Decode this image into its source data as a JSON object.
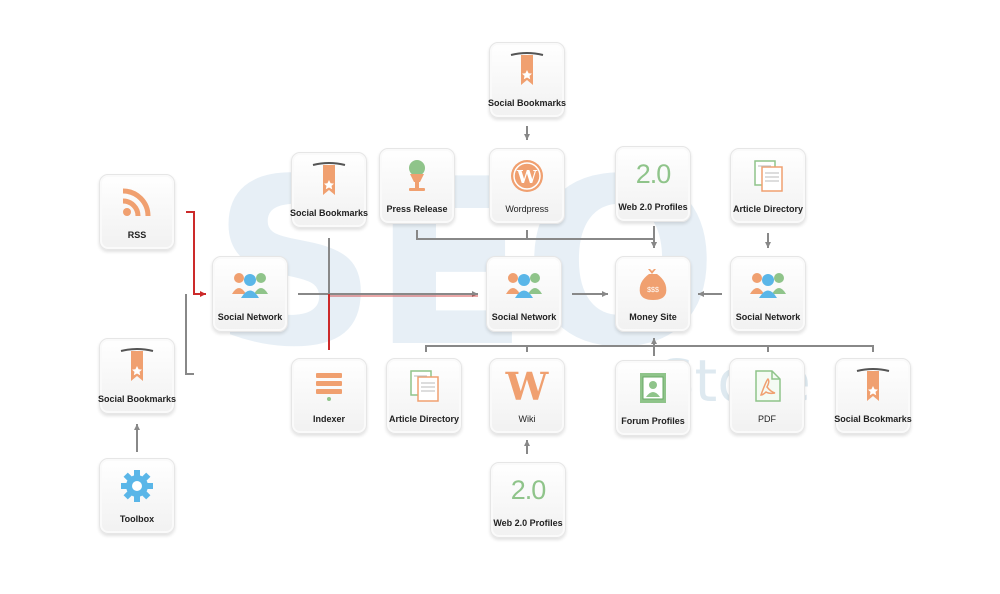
{
  "watermark": {
    "main": "SEO",
    "secondary": "eStore"
  },
  "nodes": {
    "social_bookmarks_top": {
      "label": "Social Bookmarks",
      "icon": "bookmark-ribbon-icon"
    },
    "rss": {
      "label": "RSS",
      "icon": "rss-icon"
    },
    "social_bookmarks_mid": {
      "label": "Social Bookmarks",
      "icon": "bookmark-ribbon-icon"
    },
    "press_release": {
      "label": "Press Release",
      "icon": "microphone-icon"
    },
    "wordpress": {
      "label": "Wordpress",
      "icon": "wordpress-icon"
    },
    "web20_top": {
      "label": "Web 2.0 Profiles",
      "icon": "web20-icon",
      "icon_text": "2.0"
    },
    "article_directory_right": {
      "label": "Article Directory",
      "icon": "documents-icon"
    },
    "social_network_left": {
      "label": "Social Network",
      "icon": "people-icon"
    },
    "social_network_center": {
      "label": "Social Network",
      "icon": "people-icon"
    },
    "money_site": {
      "label": "Money Site",
      "icon": "money-bag-icon",
      "icon_text": "$$$"
    },
    "social_network_right": {
      "label": "Social Network",
      "icon": "people-icon"
    },
    "social_bookmarks_left": {
      "label": "Social Bookmarks",
      "icon": "bookmark-ribbon-icon"
    },
    "indexer": {
      "label": "Indexer",
      "icon": "list-icon"
    },
    "article_directory_bottom": {
      "label": "Article Directory",
      "icon": "documents-icon"
    },
    "wiki": {
      "label": "Wiki",
      "icon": "wikipedia-icon",
      "icon_text": "W"
    },
    "forum_profiles": {
      "label": "Forum Profiles",
      "icon": "forum-profile-icon"
    },
    "pdf": {
      "label": "PDF",
      "icon": "pdf-icon"
    },
    "social_bookmarks_right": {
      "label": "Social Bcokmarks",
      "icon": "bookmark-ribbon-icon"
    },
    "toolbox": {
      "label": "Toolbox",
      "icon": "gear-icon"
    },
    "web20_bottom": {
      "label": "Web 2.0 Profiles",
      "icon": "web20-icon",
      "icon_text": "2.0"
    }
  },
  "colors": {
    "connector": "#888888",
    "highlight_connector": "#cc2a2a",
    "icon_orange": "#f0a070",
    "icon_green": "#8fc48a",
    "icon_blue": "#5ab6e8",
    "watermark": "#e3edf5"
  }
}
